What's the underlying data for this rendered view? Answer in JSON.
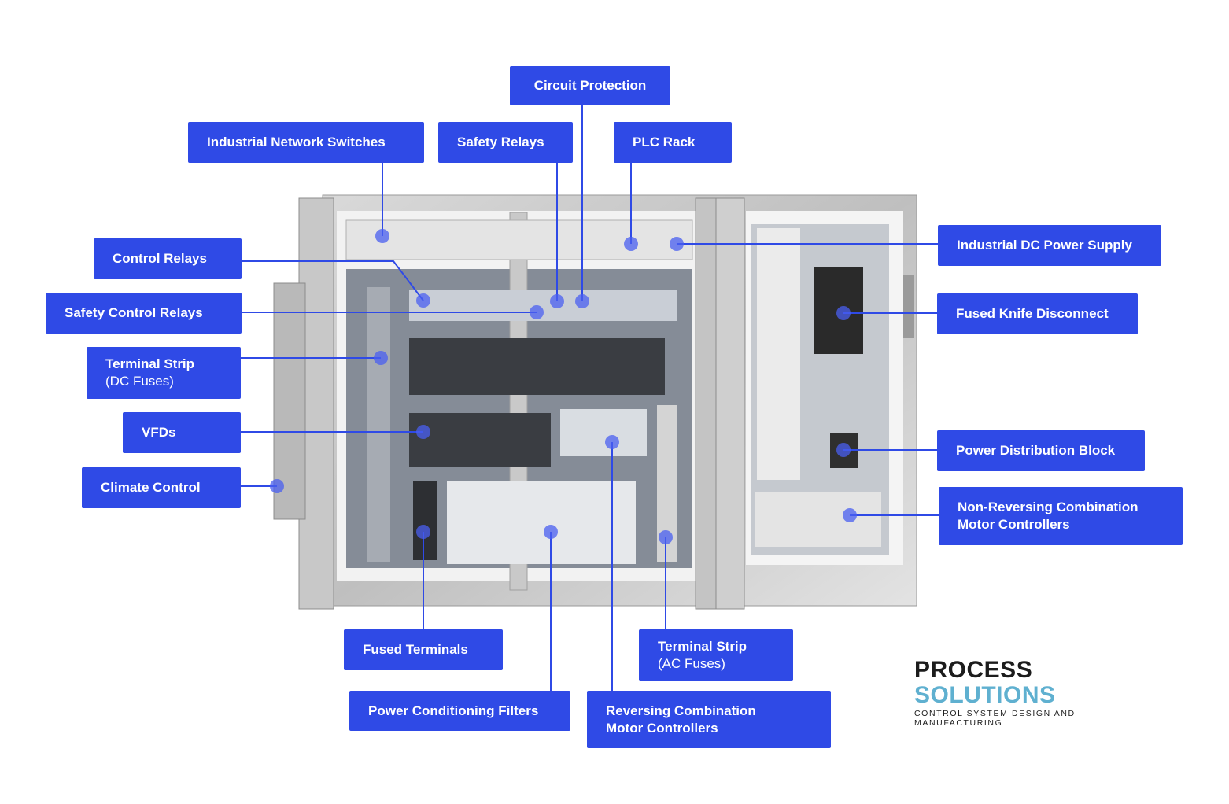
{
  "title": "Control panel component diagram",
  "labels": {
    "circuit_protection": "Circuit Protection",
    "industrial_network_switches": "Industrial Network Switches",
    "safety_relays": "Safety Relays",
    "plc_rack": "PLC Rack",
    "control_relays": "Control Relays",
    "safety_control_relays": "Safety Control Relays",
    "terminal_strip_dc": "Terminal Strip",
    "terminal_strip_dc_sub": "(DC Fuses)",
    "vfds": "VFDs",
    "climate_control": "Climate Control",
    "industrial_dc_power_supply": "Industrial DC Power Supply",
    "fused_knife_disconnect": "Fused Knife Disconnect",
    "power_distribution_block": "Power Distribution Block",
    "nonrev_line1": "Non-Reversing Combination",
    "nonrev_line2": "Motor Controllers",
    "fused_terminals": "Fused Terminals",
    "power_conditioning_filters": "Power Conditioning Filters",
    "terminal_strip_ac": "Terminal Strip",
    "terminal_strip_ac_sub": "(AC Fuses)",
    "rev_line1": "Reversing Combination",
    "rev_line2": "Motor Controllers"
  },
  "logo": {
    "word1": "PROCESS",
    "word2": "SOLUTIONS",
    "tagline": "CONTROL SYSTEM DESIGN AND MANUFACTURING"
  },
  "colors": {
    "label_bg": "#2f4ae6",
    "logo_dark": "#1c1c1c",
    "logo_accent": "#5fb0d0"
  }
}
